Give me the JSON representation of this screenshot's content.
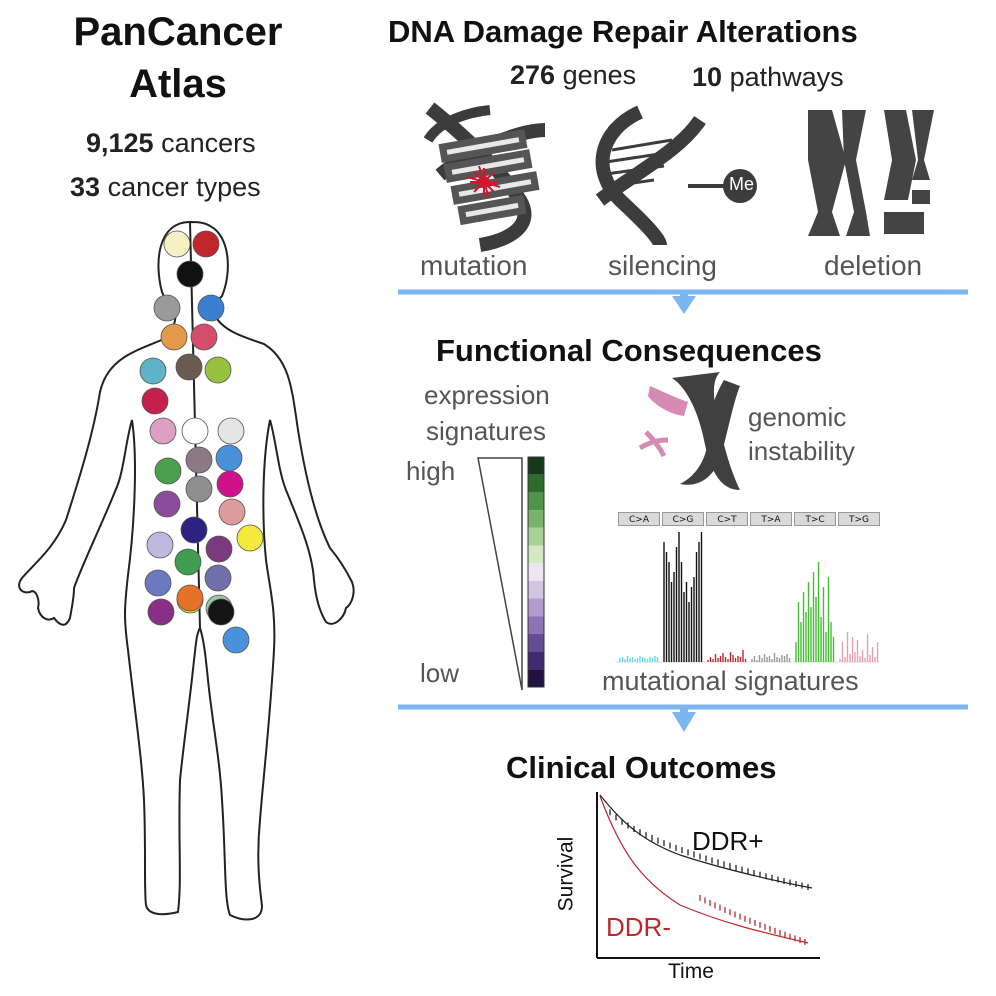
{
  "left": {
    "title_line1": "PanCancer",
    "title_line2": "Atlas",
    "cancers_count": "9,125",
    "cancers_label": "cancers",
    "types_count": "33",
    "types_label": "cancer types",
    "dot_colors": [
      "#f6f1c4",
      "#c0272d",
      "#111111",
      "#9a9a9a",
      "#3a7fcf",
      "#e49a4a",
      "#d54d6c",
      "#5fb3c7",
      "#6b5a4f",
      "#97c23f",
      "#c51f4b",
      "#dd9fc3",
      "#ffffff",
      "#e5e5e5",
      "#4b9f4f",
      "#8b7a82",
      "#4a90d9",
      "#8e8e8e",
      "#d0128a",
      "#8b4c9b",
      "#dd9c9c",
      "#2c2282",
      "#f3ea3b",
      "#bfb9e0",
      "#7a3a7d",
      "#3e9d4e",
      "#6b79c0",
      "#6f6fa9",
      "#f7e233",
      "#8a2f86",
      "#98c79e",
      "#e47228",
      "#141414",
      "#4891dc"
    ]
  },
  "header": {
    "title": "DNA Damage Repair Alterations",
    "genes_count": "276",
    "genes_label": "genes",
    "pathways_count": "10",
    "pathways_label": "pathways"
  },
  "alterations": {
    "mutation": "mutation",
    "silencing": "silencing",
    "deletion": "deletion",
    "methyl_tag": "Me"
  },
  "functional": {
    "title": "Functional Consequences",
    "expression_line1": "expression",
    "expression_line2": "signatures",
    "high": "high",
    "low": "low",
    "genomic_line1": "genomic",
    "genomic_line2": "instability",
    "mutational": "mutational signatures",
    "substitutions": [
      "C>A",
      "C>G",
      "C>T",
      "T>A",
      "T>C",
      "T>G"
    ],
    "substitution_colors": [
      "#66d9e0",
      "#111111",
      "#c0272d",
      "#9a9a9a",
      "#44bb33",
      "#e8a0b0"
    ],
    "heatmap_colors": [
      "#17381a",
      "#2e6b2e",
      "#4f9448",
      "#79b26b",
      "#abd096",
      "#d4e8c6",
      "#ece6f1",
      "#d2c5e0",
      "#b09bcb",
      "#8c73b3",
      "#664c94",
      "#412a6d",
      "#231140"
    ]
  },
  "clinical": {
    "title": "Clinical Outcomes",
    "ylabel": "Survival",
    "xlabel": "Time",
    "series_pos": "DDR+",
    "series_neg": "DDR-"
  }
}
